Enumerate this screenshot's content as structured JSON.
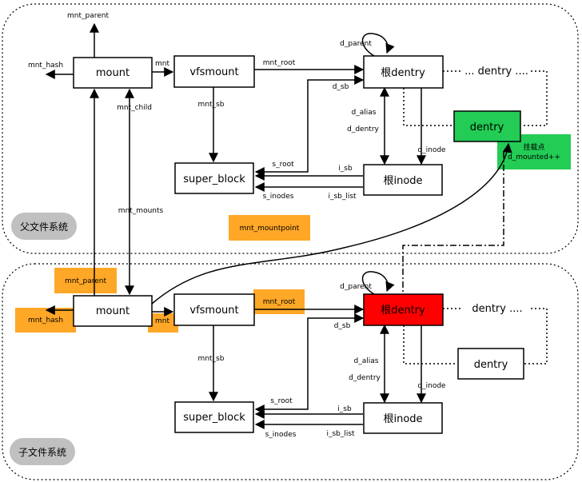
{
  "colors": {
    "box_fill": "#ffffff",
    "highlight_red": "#ff0000",
    "highlight_green": "#22cc55",
    "label_orange": "#ffa726",
    "region_badge": "#c0c0c0",
    "line": "#000000"
  },
  "parent_fs": {
    "label": "父文件系统",
    "boxes": {
      "mount": "mount",
      "vfsmount": "vfsmount",
      "root_dentry": "根dentry",
      "dentry_chain": "... dentry ....",
      "mounted_dentry": "dentry",
      "super_block": "super_block",
      "root_inode": "根inode"
    },
    "edges": {
      "mnt_parent": "mnt_parent",
      "mnt_hash": "mnt_hash",
      "mnt": "mnt",
      "mnt_root": "mnt_root",
      "mnt_child": "mnt_child",
      "mnt_sb": "mnt_sb",
      "mnt_mounts": "mnt_mounts",
      "d_parent": "d_parent",
      "d_sb": "d_sb",
      "d_alias": "d_alias",
      "d_dentry": "d_dentry",
      "d_inode": "d_inode",
      "s_root": "s_root",
      "s_inodes": "s_inodes",
      "i_sb": "i_sb",
      "i_sb_list": "i_sb_list"
    },
    "mount_point_note": "挂载点",
    "mounted_counter": "d_mounted++"
  },
  "child_fs": {
    "label": "子文件系统",
    "boxes": {
      "mount": "mount",
      "vfsmount": "vfsmount",
      "root_dentry": "根dentry",
      "dentry_chain": "dentry ....",
      "dentry": "dentry",
      "super_block": "super_block",
      "root_inode": "根inode"
    },
    "edges": {
      "mnt_mountpoint": "mnt_mountpoint",
      "mnt_parent": "mnt_parent",
      "mnt_hash": "mnt_hash",
      "mnt": "mnt",
      "mnt_root": "mnt_root",
      "mnt_sb": "mnt_sb",
      "d_parent": "d_parent",
      "d_sb": "d_sb",
      "d_alias": "d_alias",
      "d_dentry": "d_dentry",
      "d_inode": "d_inode",
      "s_root": "s_root",
      "s_inodes": "s_inodes",
      "i_sb": "i_sb",
      "i_sb_list": "i_sb_list"
    }
  }
}
